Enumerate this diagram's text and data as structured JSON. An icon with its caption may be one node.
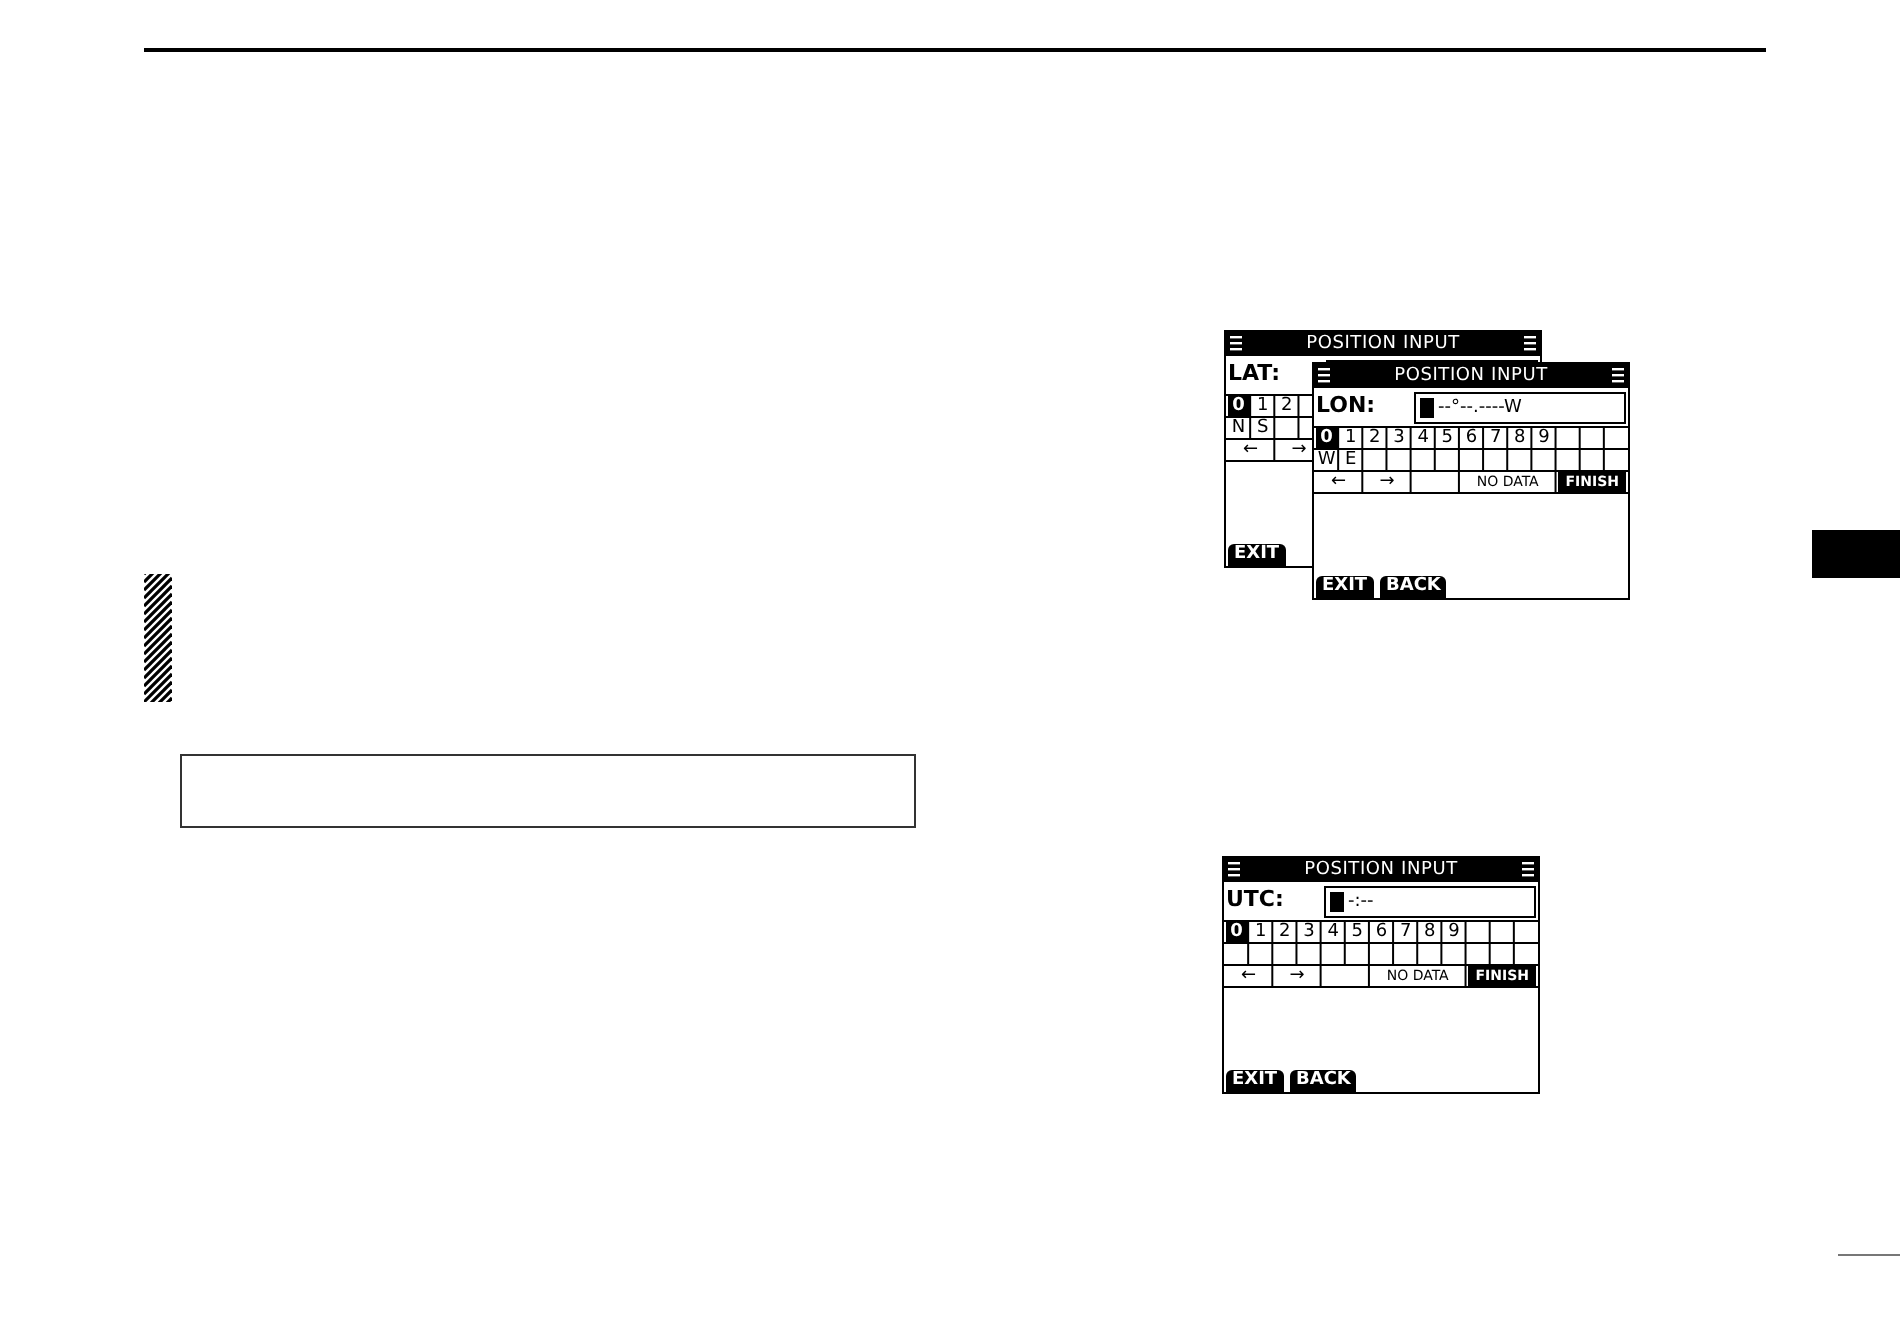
{
  "diagram": {
    "nodes": [
      {
        "text": [],
        "shape": "box"
      }
    ],
    "labels": [
      "POSITION INPUT",
      "LAT:",
      "0",
      "1",
      "2",
      "N",
      "S",
      "←",
      "→",
      "EXIT",
      "POSITION INPUT",
      "LON:",
      "--°--.----W",
      "0",
      "1",
      "2",
      "3",
      "4",
      "5",
      "6",
      "7",
      "8",
      "9",
      "W",
      "E",
      "←",
      "→",
      "NO DATA",
      "FINISH",
      "EXIT",
      "BACK",
      "POSITION INPUT",
      "UTC:",
      "-:--",
      "0",
      "1",
      "2",
      "3",
      "4",
      "5",
      "6",
      "7",
      "8",
      "9",
      "←",
      "→",
      "NO DATA",
      "FINISH",
      "EXIT",
      "BACK"
    ]
  }
}
